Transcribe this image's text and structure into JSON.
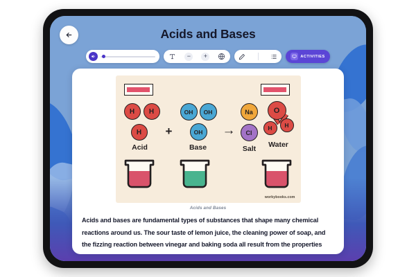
{
  "app": {
    "header": {
      "back_icon": "arrow-left-icon",
      "title": "Acids and Bases"
    },
    "toolbar": {
      "audio": {
        "speaker_icon": "speaker-icon",
        "progress_percent": 4
      },
      "text_controls": {
        "text_icon": "text-format-icon",
        "decrease_label": "−",
        "increase_label": "+",
        "globe_icon": "globe-language-icon"
      },
      "tools": {
        "pen_icon": "pen-edit-icon",
        "list_icon": "list-menu-icon"
      },
      "activities": {
        "label": "ACTIVITIES",
        "icon": "monitor-screen-icon"
      }
    },
    "content": {
      "figure_caption": "Acids and Bases",
      "watermark": "workybooks.com",
      "body_paragraph": "Acids and bases are fundamental types of substances that shape many chemical reactions around us. The sour taste of lemon juice, the cleaning power of soap, and the fizzing reaction between vinegar and baking soda all result from the properties"
    },
    "diagram": {
      "title": "Acids and Bases",
      "operator_plus": "+",
      "operator_arrow": "→",
      "groups": [
        {
          "name": "acid",
          "label": "Acid",
          "atoms": [
            "H",
            "H",
            "H"
          ],
          "atom_color": "#dc4b45",
          "beaker_color": "#d9536b",
          "ph_color": "#e2526c"
        },
        {
          "name": "base",
          "label": "Base",
          "atoms": [
            "OH",
            "OH",
            "OH"
          ],
          "atom_color": "#4aa7d4",
          "beaker_color": "#49b48f"
        },
        {
          "name": "salt",
          "label": "Salt",
          "atoms": [
            "Na",
            "Cl"
          ],
          "na_color": "#f0a73c",
          "cl_color": "#a373c7"
        },
        {
          "name": "water",
          "label": "Water",
          "atoms": [
            "O",
            "H",
            "H"
          ],
          "atom_color": "#dc4b45",
          "beaker_color": "#d9536b",
          "ph_color": "#e2526c"
        }
      ]
    },
    "colors": {
      "screen_bg": "#7ba3d6",
      "accent_purple": "#5b45d6",
      "bezel": "#121214",
      "figure_bg": "#f7ecdc",
      "title_color": "#15182b"
    }
  }
}
